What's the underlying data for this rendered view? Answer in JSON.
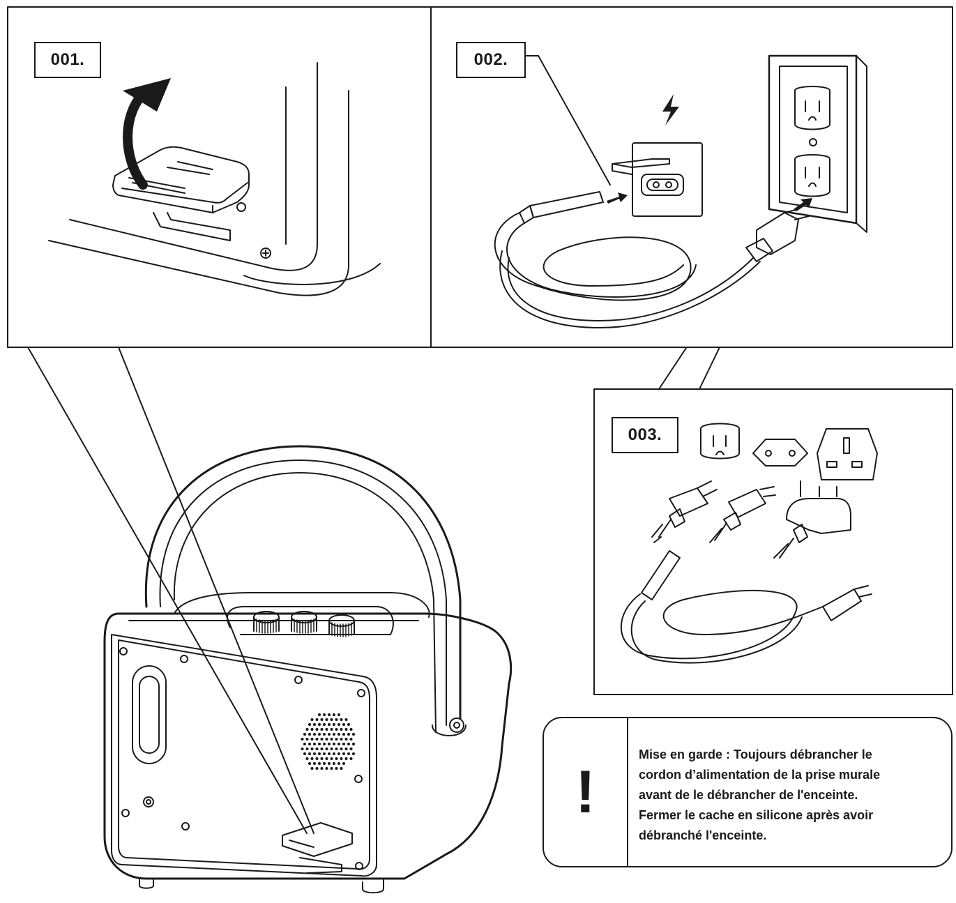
{
  "steps": [
    {
      "label": "001."
    },
    {
      "label": "002."
    },
    {
      "label": "003."
    }
  ],
  "warning": {
    "icon": "exclamation-icon",
    "lines": [
      "Mise en garde : Toujours débrancher le",
      "cordon d’alimentation de la prise murale",
      "avant de le débrancher de l'enceinte.",
      "Fermer le cache en silicone après avoir",
      "débranché l'enceinte."
    ]
  },
  "colors": {
    "line": "#1a1a1a",
    "background": "#ffffff"
  }
}
